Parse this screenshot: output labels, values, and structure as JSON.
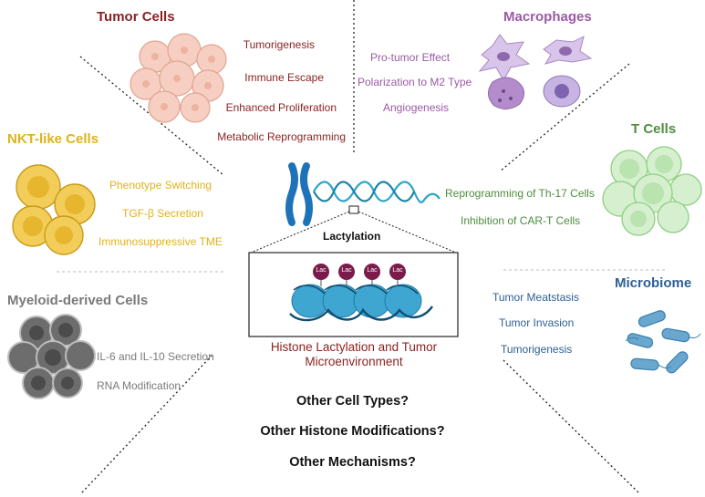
{
  "colors": {
    "tumor": "#8b2323",
    "macro": "#9b5aa6",
    "nkt": "#e0b21c",
    "tcell": "#4e8e3e",
    "myeloid": "#7a7a7a",
    "microbiome": "#2e5f96",
    "center_title": "#8b2323"
  },
  "tumor": {
    "title": "Tumor Cells",
    "items": [
      "Tumorigenesis",
      "Immune Escape",
      "Enhanced Proliferation",
      "Metabolic Reprogramming"
    ],
    "icon": "tumor-cell-cluster-icon"
  },
  "macrophages": {
    "title": "Macrophages",
    "items": [
      "Pro-tumor Effect",
      "Polarization to M2 Type",
      "Angiogenesis"
    ],
    "icon": "macrophage-icon"
  },
  "nkt": {
    "title": "NKT-like Cells",
    "items": [
      "Phenotype Switching",
      "TGF-β Secretion",
      "Immunosuppressive TME"
    ],
    "icon": "nkt-cell-icon"
  },
  "tcells": {
    "title": "T Cells",
    "items": [
      "Reprogramming of Th-17 Cells",
      "Inhibition of CAR-T Cells"
    ],
    "icon": "t-cell-cluster-icon"
  },
  "myeloid": {
    "title": "Myeloid-derived Cells",
    "items": [
      "IL-6 and IL-10 Secretion",
      "RNA Modification"
    ],
    "icon": "myeloid-cell-cluster-icon"
  },
  "microbiome": {
    "title": "Microbiome",
    "items": [
      "Tumor Meatstasis",
      "Tumor Invasion",
      "Tumorigenesis"
    ],
    "icon": "bacteria-icon"
  },
  "center": {
    "lactylation_label": "Lactylation",
    "lac_tag": "Lac",
    "title_line1": "Histone Lactylation and Tumor",
    "title_line2": "Microenvironment",
    "icon": "chromosome-icon"
  },
  "questions": [
    "Other Cell Types?",
    "Other Histone Modifications?",
    "Other Mechanisms?"
  ]
}
